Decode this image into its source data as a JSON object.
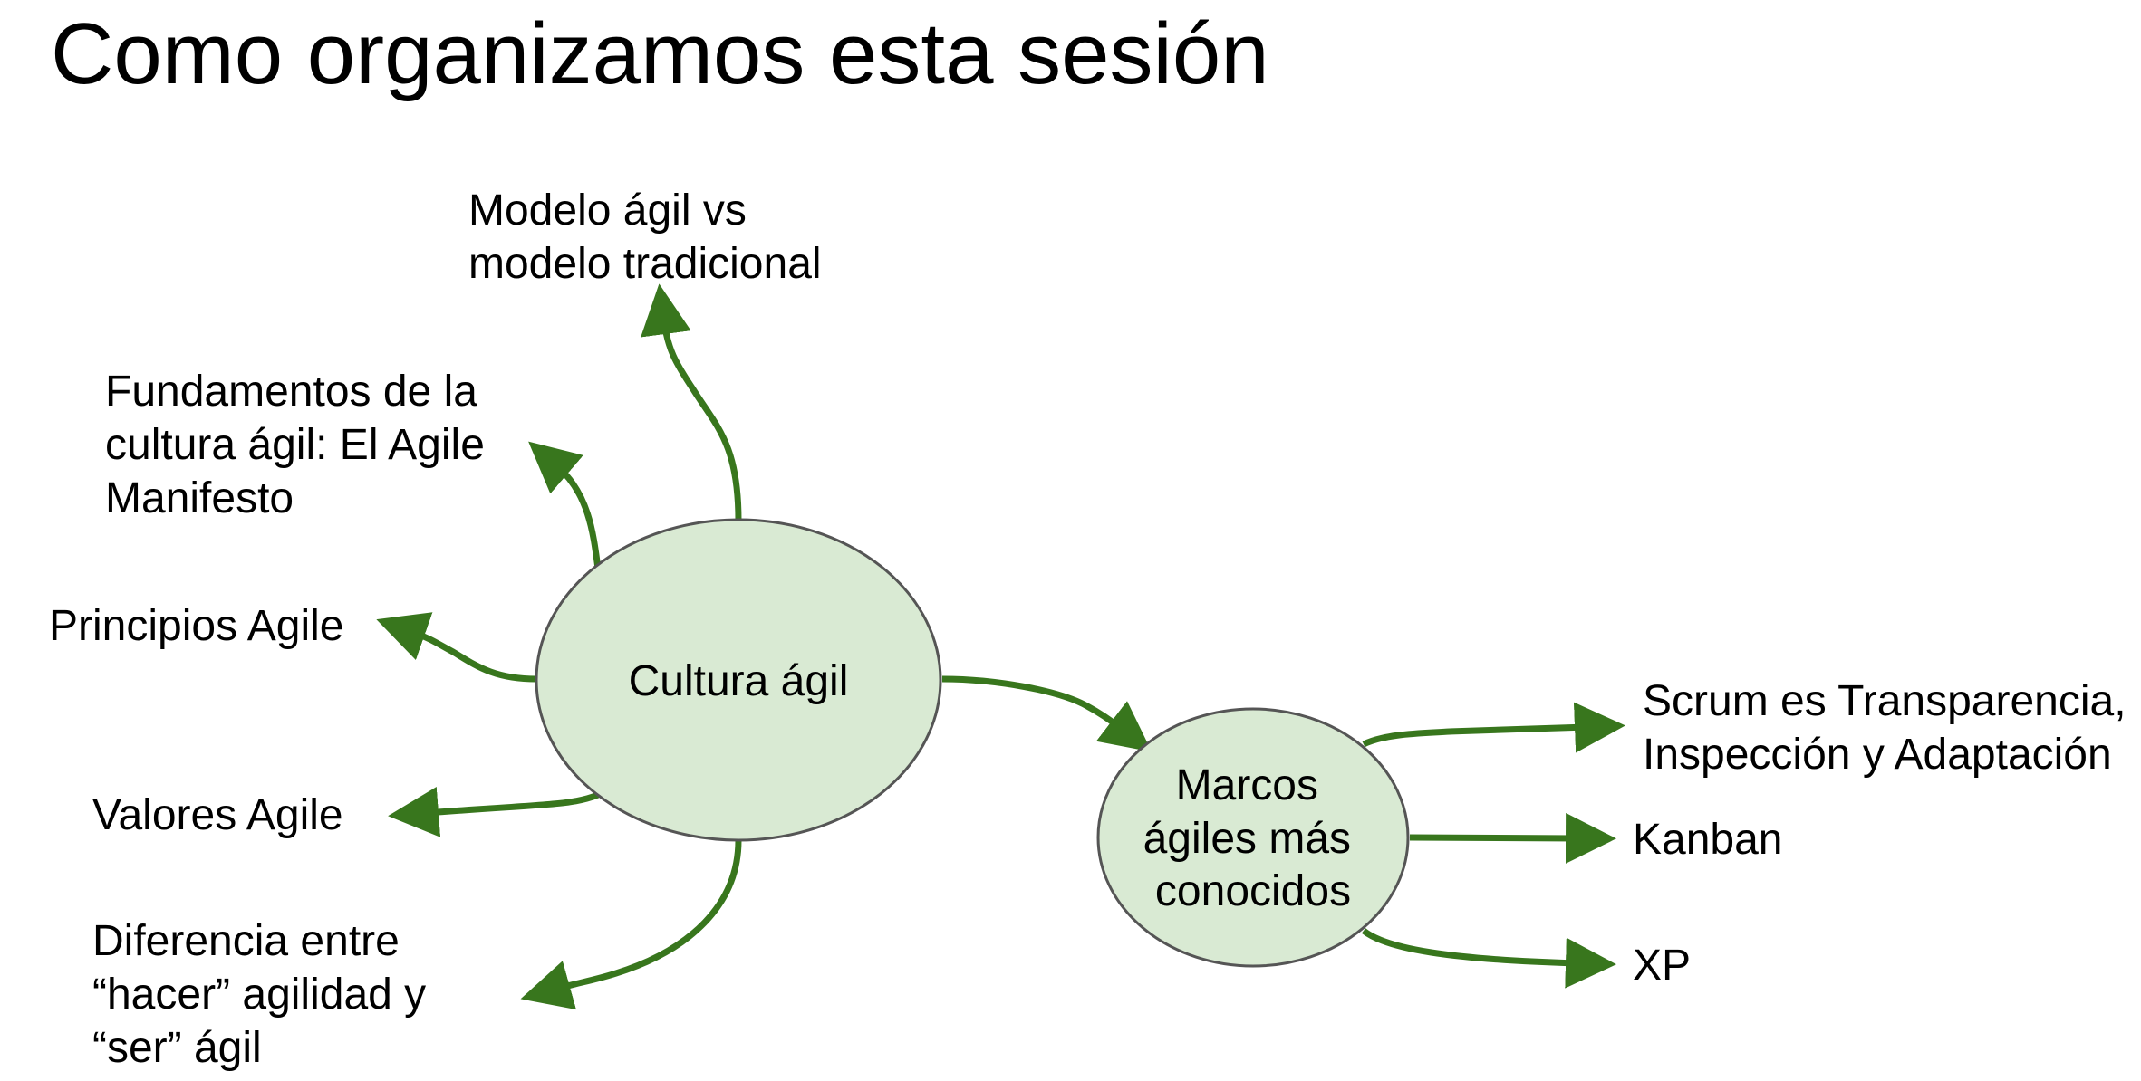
{
  "slide": {
    "title": "Como organizamos esta sesión"
  },
  "colors": {
    "arrow": "#38761d",
    "node_fill": "#d9ead3",
    "node_stroke": "#555555"
  },
  "nodes": {
    "cultura": {
      "label": "Cultura ágil"
    },
    "marcos": {
      "lines": [
        "Marcos",
        "ágiles más",
        "conocidos"
      ]
    }
  },
  "labels": {
    "modelo": [
      "Modelo ágil vs",
      "modelo tradicional"
    ],
    "fundamentos": [
      "Fundamentos de la",
      "cultura ágil: El Agile",
      "Manifesto"
    ],
    "principios": [
      "Principios Agile"
    ],
    "valores": [
      "Valores Agile"
    ],
    "diferencia": [
      "Diferencia entre",
      "“hacer” agilidad y",
      "“ser” ágil"
    ],
    "scrum": [
      "Scrum es Transparencia,",
      "Inspección y Adaptación"
    ],
    "kanban": [
      "Kanban"
    ],
    "xp": [
      "XP"
    ]
  }
}
